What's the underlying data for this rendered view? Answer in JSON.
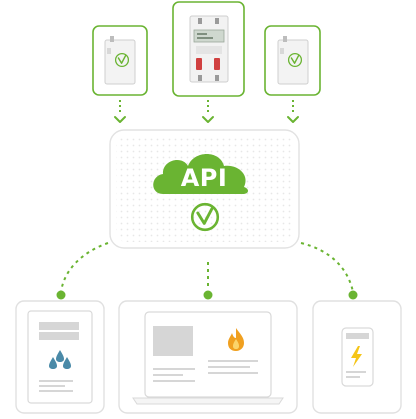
{
  "api_hub": {
    "label": "API",
    "brand_mark": "checkmark-v-logo"
  },
  "devices": [
    {
      "name": "din-rail-meter-small-left",
      "icon": "checkmark-v-logo"
    },
    {
      "name": "din-rail-energy-meter-center",
      "icon": "meter-display"
    },
    {
      "name": "din-rail-meter-small-right",
      "icon": "checkmark-v-logo"
    }
  ],
  "clients": [
    {
      "name": "tablet-water-app",
      "icon": "water-drops-icon"
    },
    {
      "name": "laptop-gas-app",
      "icon": "flame-icon"
    },
    {
      "name": "phone-electricity-app",
      "icon": "lightning-icon"
    }
  ],
  "colors": {
    "brand_green": "#6ab432",
    "brand_green_dark": "#5a9f28",
    "box_border": "#e0e0e0",
    "placeholder_gray": "#d6d6d6",
    "water_blue": "#4a8aa8",
    "flame_orange": "#f0a020",
    "bolt_yellow": "#f5c518"
  }
}
